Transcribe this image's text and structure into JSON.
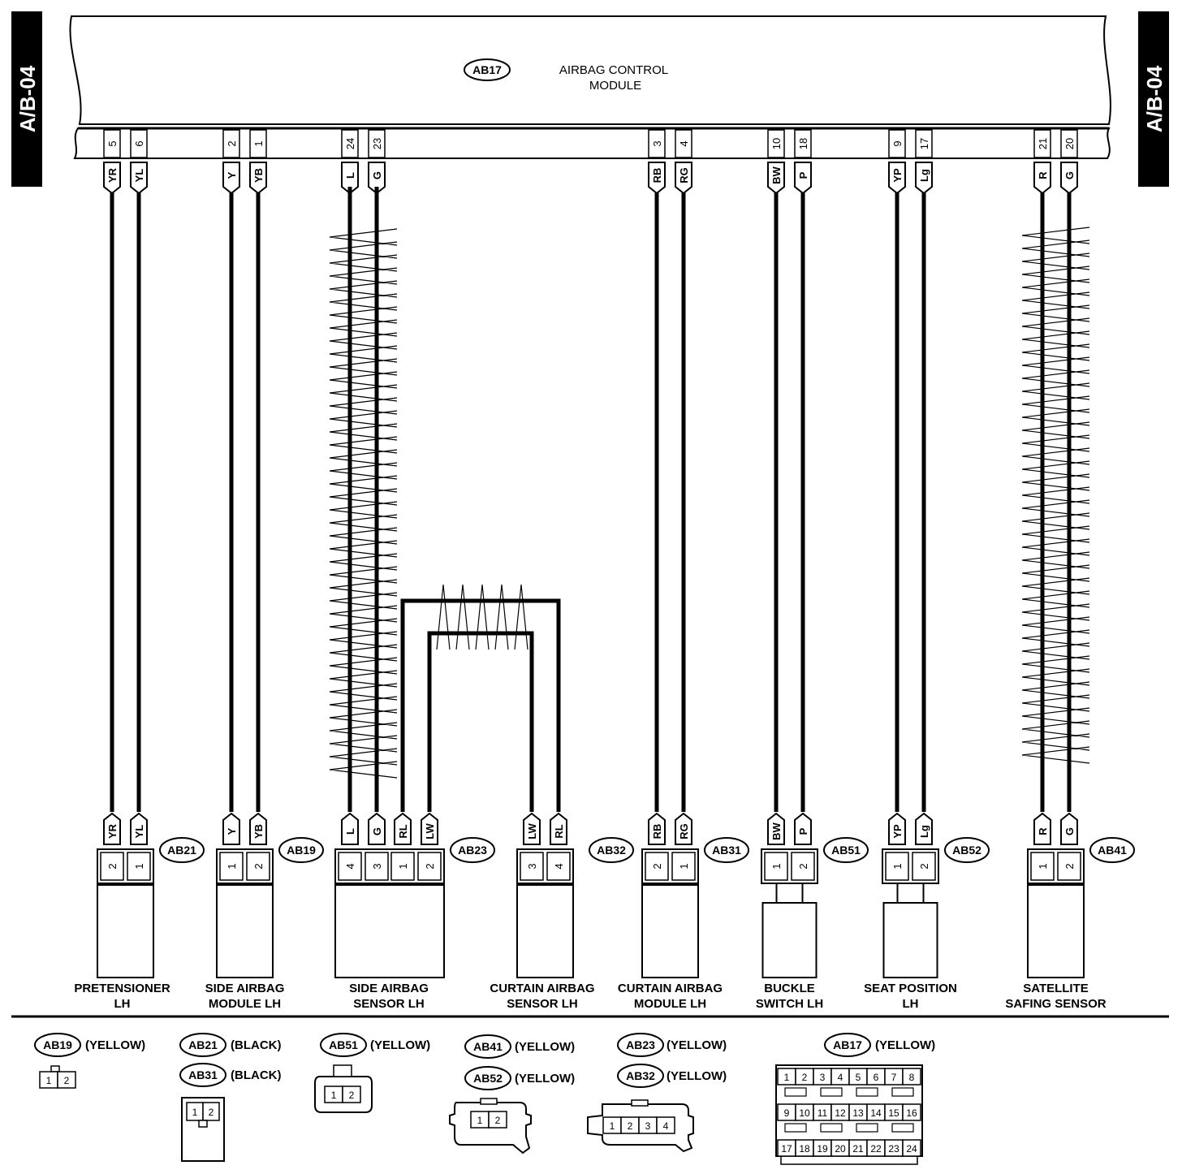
{
  "side_tab_label": "A/B-04",
  "module": {
    "id": "AB17",
    "title_line1": "AIRBAG CONTROL",
    "title_line2": "MODULE"
  },
  "wire_pairs": [
    {
      "a": {
        "pin": "5",
        "color": "YR",
        "dev_pin": "2"
      },
      "b": {
        "pin": "6",
        "color": "YL",
        "dev_pin": "1"
      },
      "connector": "AB21",
      "device_line1": "PRETENSIONER",
      "device_line2": "LH",
      "twisted": false,
      "body": "box"
    },
    {
      "a": {
        "pin": "2",
        "color": "Y",
        "dev_pin": "1"
      },
      "b": {
        "pin": "1",
        "color": "YB",
        "dev_pin": "2"
      },
      "connector": "AB19",
      "device_line1": "SIDE AIRBAG",
      "device_line2": "MODULE LH",
      "twisted": false,
      "body": "box"
    },
    {
      "a": {
        "pin": "3",
        "color": "RB",
        "dev_pin": "2"
      },
      "b": {
        "pin": "4",
        "color": "RG",
        "dev_pin": "1"
      },
      "connector": "AB31",
      "device_line1": "CURTAIN AIRBAG",
      "device_line2": "MODULE LH",
      "twisted": false,
      "body": "box"
    },
    {
      "a": {
        "pin": "10",
        "color": "BW",
        "dev_pin": "1"
      },
      "b": {
        "pin": "18",
        "color": "P",
        "dev_pin": "2"
      },
      "connector": "AB51",
      "device_line1": "BUCKLE",
      "device_line2": "SWITCH LH",
      "twisted": false,
      "body": "switch"
    },
    {
      "a": {
        "pin": "9",
        "color": "YP",
        "dev_pin": "1"
      },
      "b": {
        "pin": "17",
        "color": "Lg",
        "dev_pin": "2"
      },
      "connector": "AB52",
      "device_line1": "SEAT POSITION",
      "device_line2": "LH",
      "twisted": false,
      "body": "switch"
    },
    {
      "a": {
        "pin": "21",
        "color": "R",
        "dev_pin": "1"
      },
      "b": {
        "pin": "20",
        "color": "G",
        "dev_pin": "2"
      },
      "connector": "AB41",
      "device_line1": "SATELLITE",
      "device_line2": "SAFING SENSOR",
      "twisted": true,
      "body": "box"
    }
  ],
  "sensor_group": {
    "connector": "AB23",
    "device_line1": "SIDE AIRBAG",
    "device_line2": "SENSOR LH",
    "wires": [
      {
        "pin": "24",
        "color": "L",
        "dev_pin": "4"
      },
      {
        "pin": "23",
        "color": "G",
        "dev_pin": "3"
      },
      {
        "color": "RL",
        "dev_pin": "1"
      },
      {
        "color": "LW",
        "dev_pin": "2"
      }
    ]
  },
  "curtain_sensor": {
    "connector": "AB32",
    "device_line1": "CURTAIN AIRBAG",
    "device_line2": "SENSOR LH",
    "wires": [
      {
        "color": "LW",
        "dev_pin": "3"
      },
      {
        "color": "RL",
        "dev_pin": "4"
      }
    ]
  },
  "legend": {
    "ab19": {
      "id": "AB19",
      "color": "(YELLOW)",
      "pins": [
        "1",
        "2"
      ]
    },
    "ab21": {
      "id": "AB21",
      "color": "(BLACK)"
    },
    "ab31": {
      "id": "AB31",
      "color": "(BLACK)",
      "pins": [
        "1",
        "2"
      ]
    },
    "ab51": {
      "id": "AB51",
      "color": "(YELLOW)",
      "pins": [
        "1",
        "2"
      ]
    },
    "ab41": {
      "id": "AB41",
      "color": "(YELLOW)"
    },
    "ab52": {
      "id": "AB52",
      "color": "(YELLOW)",
      "pins": [
        "1",
        "2"
      ]
    },
    "ab23": {
      "id": "AB23",
      "color": "(YELLOW)"
    },
    "ab32": {
      "id": "AB32",
      "color": "(YELLOW)",
      "pins": [
        "1",
        "2",
        "3",
        "4"
      ]
    },
    "ab17": {
      "id": "AB17",
      "color": "(YELLOW)",
      "pins": [
        "1",
        "2",
        "3",
        "4",
        "5",
        "6",
        "7",
        "8",
        "9",
        "10",
        "11",
        "12",
        "13",
        "14",
        "15",
        "16",
        "17",
        "18",
        "19",
        "20",
        "21",
        "22",
        "23",
        "24"
      ]
    }
  }
}
